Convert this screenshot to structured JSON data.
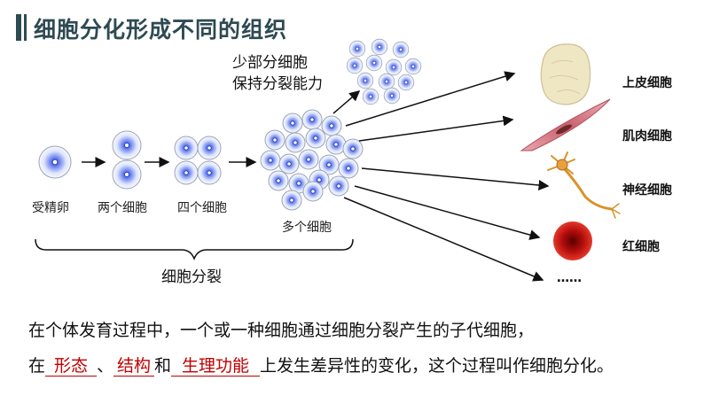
{
  "title": "细胞分化形成不同的组织",
  "stages": {
    "zygote": "受精卵",
    "two": "两个细胞",
    "four": "四个细胞",
    "many": "多个细胞"
  },
  "note_line1": "少部分细胞",
  "note_line2": "保持分裂能力",
  "division_label": "细胞分裂",
  "cell_types": [
    "上皮细胞",
    "肌肉细胞",
    "神经细胞",
    "红细胞",
    "……"
  ],
  "sentence": {
    "line1": "在个体发育过程中，一个或一种细胞通过细胞分裂产生的子代细胞，",
    "prefix": "在",
    "blank1": "形态",
    "sep1": "、",
    "blank2": "结构",
    "sep2": "和",
    "blank3": "生理功能",
    "suffix": "上发生差异性的变化，这个过程叫作细胞分化。"
  },
  "colors": {
    "title": "#2e4a52",
    "answer": "#c00000",
    "cell_core": "#3a52e0"
  }
}
